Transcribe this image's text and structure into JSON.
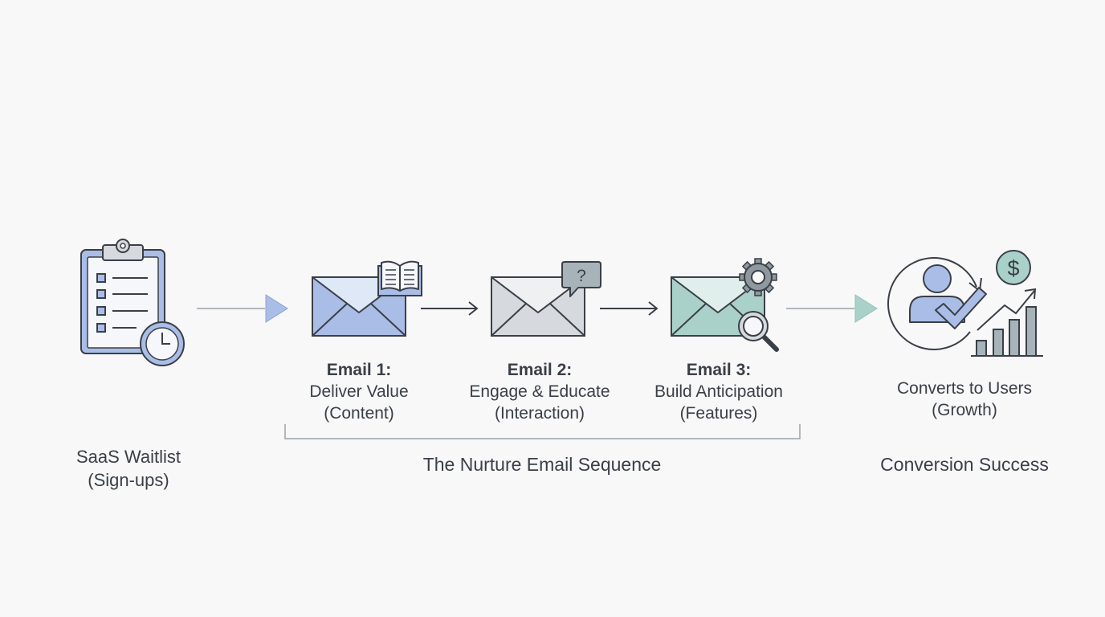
{
  "colors": {
    "line": "#3a3f47",
    "connector": "#9aa1aa",
    "blue": "#a9bde6",
    "blue_light": "#dfe8f7",
    "gray": "#d6d9dd",
    "gray_light": "#eef0f2",
    "teal": "#a9d1ca",
    "teal_light": "#e0efec",
    "slate": "#a7b3b8",
    "background": "#f8f8f8"
  },
  "stages": {
    "waitlist": {
      "icon": "clipboard-clock-icon",
      "line1": "SaaS Waitlist",
      "line2": "(Sign-ups)"
    },
    "emails": [
      {
        "icon": "envelope-book-icon",
        "title": "Email 1:",
        "line1": "Deliver Value",
        "line2": "(Content)"
      },
      {
        "icon": "envelope-question-icon",
        "title": "Email 2:",
        "line1": "Engage & Educate",
        "line2": "(Interaction)"
      },
      {
        "icon": "envelope-gear-magnifier-icon",
        "title": "Email 3:",
        "line1": "Build Anticipation",
        "line2": "(Features)"
      }
    ],
    "conversion": {
      "icon": "user-growth-icon",
      "line1": "Converts to Users",
      "line2": "(Growth)",
      "badge_symbol": "$"
    }
  },
  "sections": {
    "nurture_label": "The Nurture Email Sequence",
    "conversion_label": "Conversion Success"
  },
  "question_symbol": "?"
}
